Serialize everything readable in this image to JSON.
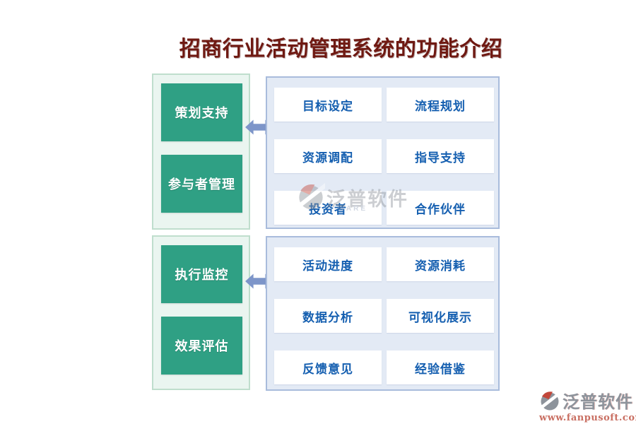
{
  "title": "招商行业活动管理系统的功能介绍",
  "sections": [
    {
      "name": "planning-and-participants",
      "left_items": [
        "策划支持",
        "参与者管理"
      ],
      "right_items": [
        "目标设定",
        "流程规划",
        "资源调配",
        "指导支持",
        "投资者",
        "合作伙伴"
      ]
    },
    {
      "name": "monitoring-and-evaluation",
      "left_items": [
        "执行监控",
        "效果评估"
      ],
      "right_items": [
        "活动进度",
        "资源消耗",
        "数据分析",
        "可视化展示",
        "反馈意见",
        "经验借鉴"
      ]
    }
  ],
  "watermark": {
    "brand": "泛普软件",
    "fragment": "WARE"
  },
  "footer": {
    "brand": "泛普软件",
    "website": "www.fanpusoft.com"
  },
  "colors": {
    "green_box": "#2fa084",
    "green_panel_bg": "#eaf5f0",
    "green_panel_border": "#bfdecd",
    "blue_panel_bg": "#e3eaf5",
    "blue_panel_border": "#a9bcdc",
    "feature_text": "#155fb0",
    "arrow": "#7d95c9",
    "title_text": "#6f1912",
    "footer_brand_text": "#8d939b",
    "footer_url_text": "#c96f62",
    "logo_accent_red": "#c2473a",
    "logo_gray": "#8d939b"
  }
}
